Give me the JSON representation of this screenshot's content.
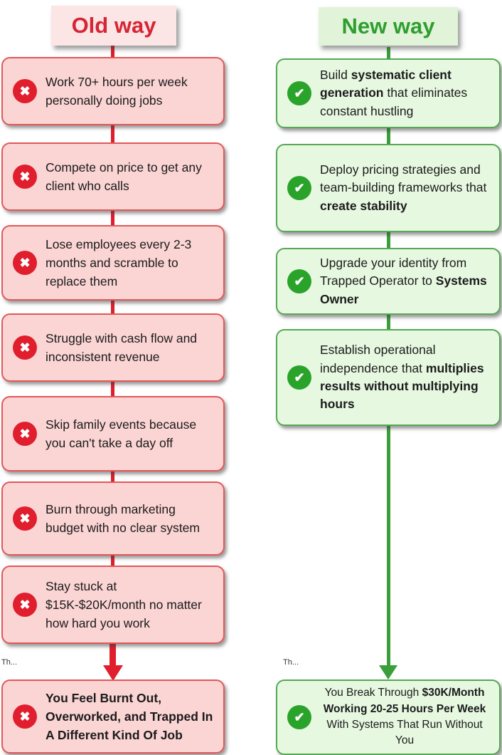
{
  "old_way": {
    "title": "Old way",
    "items": [
      {
        "segments": [
          {
            "text": "Work 70+ hours per week personally doing jobs",
            "bold": false
          }
        ]
      },
      {
        "segments": [
          {
            "text": "Compete on price to get any client who calls",
            "bold": false
          }
        ]
      },
      {
        "segments": [
          {
            "text": "Lose employees every 2-3 months and scramble to replace them",
            "bold": false
          }
        ]
      },
      {
        "segments": [
          {
            "text": "Struggle with cash flow and inconsistent revenue",
            "bold": false
          }
        ]
      },
      {
        "segments": [
          {
            "text": "Skip family events because you can't take a day off",
            "bold": false
          }
        ]
      },
      {
        "segments": [
          {
            "text": "Burn through marketing budget with no clear system",
            "bold": false
          }
        ]
      },
      {
        "segments": [
          {
            "text": "Stay stuck at $15K-$20K/month no matter how hard you work",
            "bold": false
          }
        ]
      }
    ],
    "result": {
      "segments": [
        {
          "text": "You Feel Burnt Out, Overworked, and Trapped In A Different Kind Of Job",
          "bold": true
        }
      ]
    },
    "arrow_note": "Th..."
  },
  "new_way": {
    "title": "New way",
    "items": [
      {
        "segments": [
          {
            "text": "Build ",
            "bold": false
          },
          {
            "text": "systematic client generation",
            "bold": true
          },
          {
            "text": " that eliminates constant hustling",
            "bold": false
          }
        ]
      },
      {
        "segments": [
          {
            "text": "Deploy pricing strategies and team-building frameworks that ",
            "bold": false
          },
          {
            "text": "create stability",
            "bold": true
          }
        ]
      },
      {
        "segments": [
          {
            "text": "Upgrade your identity from Trapped Operator to ",
            "bold": false
          },
          {
            "text": "Systems Owner",
            "bold": true
          }
        ]
      },
      {
        "segments": [
          {
            "text": "Establish operational independence that ",
            "bold": false
          },
          {
            "text": "multiplies results without multiplying hours",
            "bold": true
          }
        ]
      }
    ],
    "result": {
      "segments": [
        {
          "text": "You Break Through ",
          "bold": false
        },
        {
          "text": "$30K/Month Working 20-25 Hours Per Week",
          "bold": true
        },
        {
          "text": " With Systems That Run Without You",
          "bold": false
        }
      ]
    },
    "arrow_note": "Th..."
  },
  "icons": {
    "cross_icon": "✖",
    "check_icon": "✔"
  },
  "colors": {
    "red": "#e01e2d",
    "red_title": "#d62535",
    "pink_bg": "#fbd4d4",
    "pink_border": "#e25858",
    "pink_title_bg": "#fbe5e5",
    "green": "#3a9e3a",
    "green_icon": "#2aa32a",
    "green_title": "#2f9e2f",
    "green_bg": "#e7f8e1",
    "green_border": "#55a855",
    "green_title_bg": "#e1f4d9"
  }
}
